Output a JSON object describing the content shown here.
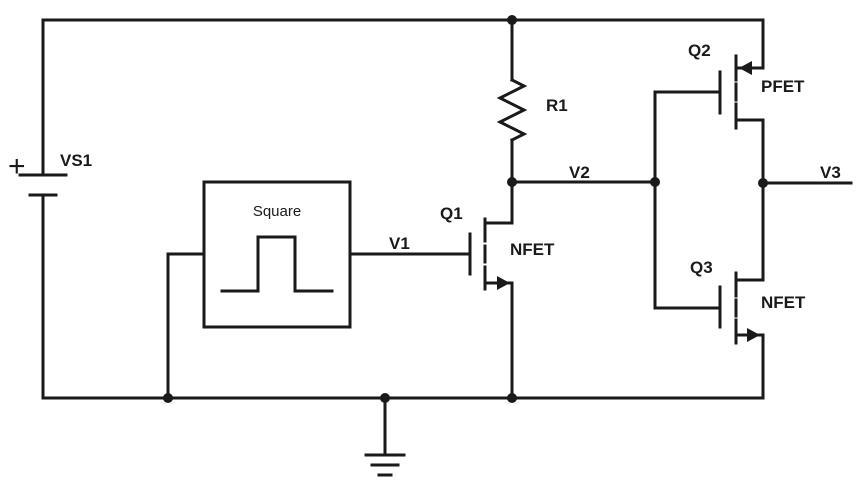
{
  "source": {
    "name": "VS1",
    "polarity": "+"
  },
  "generator": {
    "label": "Square"
  },
  "resistor": {
    "name": "R1"
  },
  "transistors": [
    {
      "name": "Q1",
      "type": "NFET"
    },
    {
      "name": "Q2",
      "type": "PFET"
    },
    {
      "name": "Q3",
      "type": "NFET"
    }
  ],
  "nets": {
    "v1": "V1",
    "v2": "V2",
    "v3": "V3"
  }
}
